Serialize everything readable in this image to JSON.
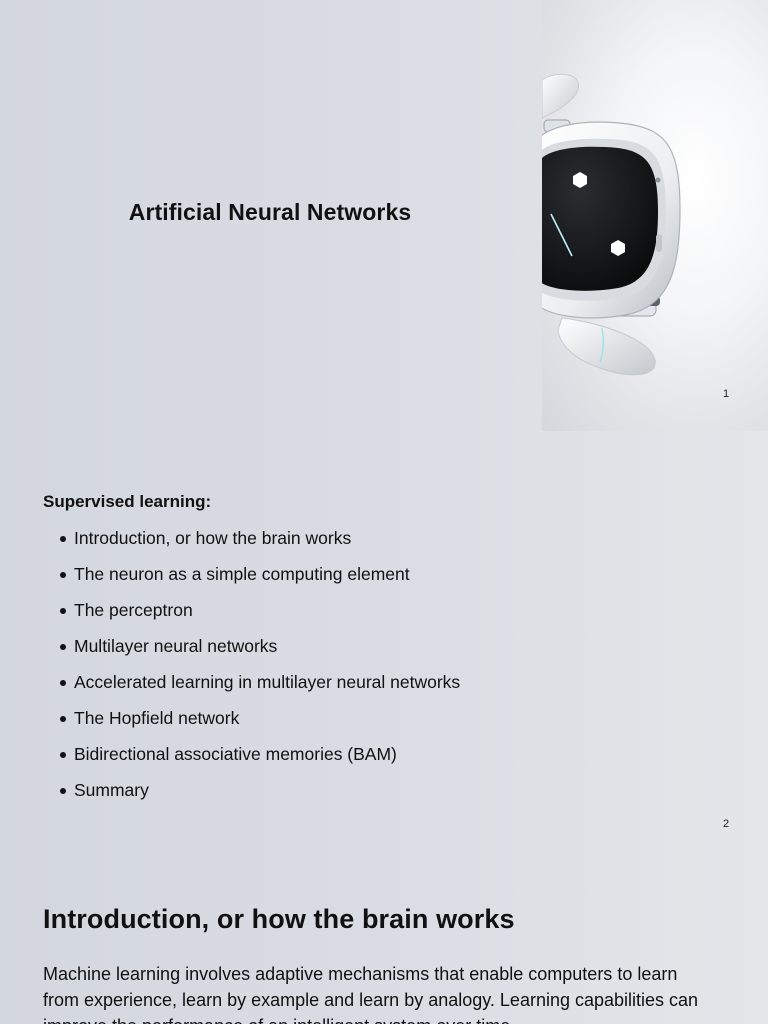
{
  "slides": [
    {
      "title": "Artificial Neural Networks",
      "page_number": "1",
      "image": {
        "icon": "robot-head-image"
      }
    },
    {
      "heading": "Supervised learning:",
      "bullets": [
        "Introduction, or how the brain works",
        "The neuron as a simple computing element",
        "The perceptron",
        "Multilayer neural networks",
        "Accelerated learning in multilayer neural networks",
        "The Hopfield network",
        "Bidirectional associative memories (BAM)",
        "Summary"
      ],
      "page_number": "2"
    },
    {
      "heading": "Introduction, or how the brain works",
      "paragraph": "Machine learning involves adaptive mechanisms that enable computers to learn from experience, learn by example and learn by analogy. Learning capabilities can improve the performance of an intelligent system over time."
    }
  ],
  "colors": {
    "background": "#d7dae0",
    "text": "#111111"
  }
}
